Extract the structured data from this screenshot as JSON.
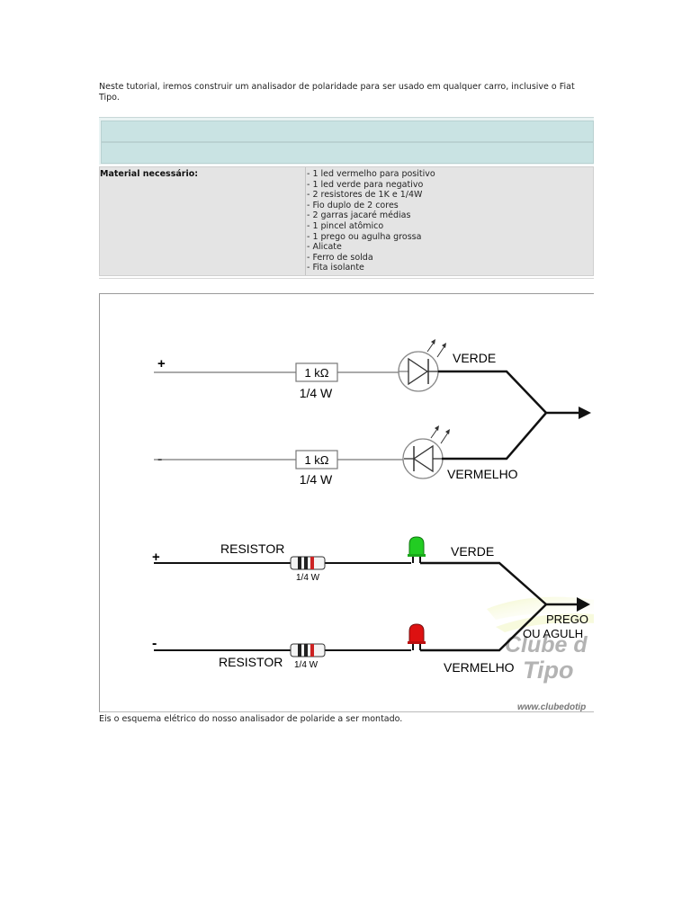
{
  "intro": "Neste tutorial, iremos construir um analisador de polaridade para ser usado em qualquer carro, inclusive o Fiat Tipo.",
  "materials": {
    "label": "Material necessário:",
    "items": [
      "1 led vermelho para positivo",
      "1 led verde para negativo",
      "2 resistores de 1K e 1/4W",
      "Fio duplo de 2 cores",
      "2 garras jacaré médias",
      "1 pincel atômico",
      "1 prego ou agulha grossa",
      "Alicate",
      "Ferro de solda",
      "Fita isolante"
    ]
  },
  "diagram": {
    "plus": "+",
    "minus": "-",
    "resistor_value": "1 kΩ",
    "resistor_rating": "1/4 W",
    "resistor_label": "RESISTOR",
    "green_label": "VERDE",
    "red_label": "VERMELHO",
    "tip_line1": "PREGO",
    "tip_line2": "OU AGULH",
    "watermark_line1": "Clube d",
    "watermark_line2": "Tipo",
    "watermark_url": "www.clubedotip",
    "colors": {
      "green_led": "#22cc22",
      "red_led": "#dd1111",
      "line": "#111111",
      "schematic_line": "#777777"
    }
  },
  "caption": "Eis o esquema elétrico do nosso analisador de polaride a ser montado."
}
